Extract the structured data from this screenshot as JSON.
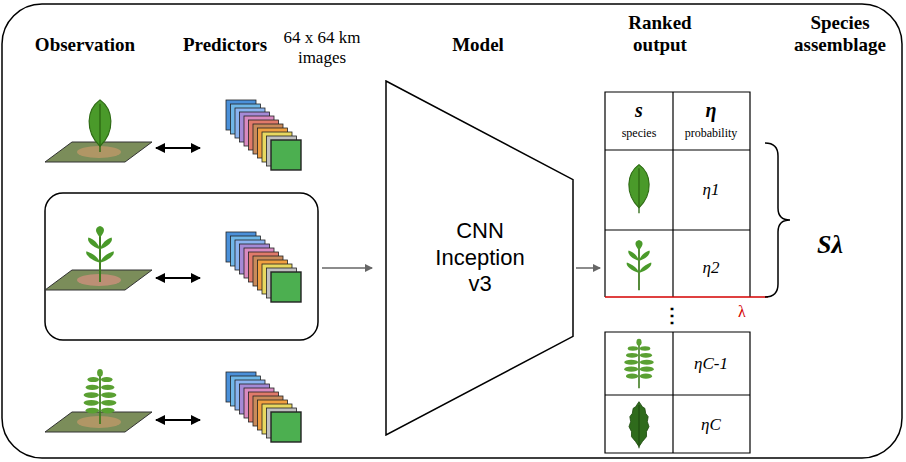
{
  "diagram": {
    "nodes": [
      {
        "text": [
          "CNN Inception v3"
        ]
      }
    ],
    "labels": [
      "Observation",
      "Predictors",
      "Model",
      "Ranked output",
      "Species assemblage",
      "64 x 64 km images",
      "s",
      "species",
      "η",
      "probability",
      "η1",
      "η2",
      "⋮",
      "ηC-1",
      "ηC",
      "Sλ",
      "λ"
    ]
  }
}
